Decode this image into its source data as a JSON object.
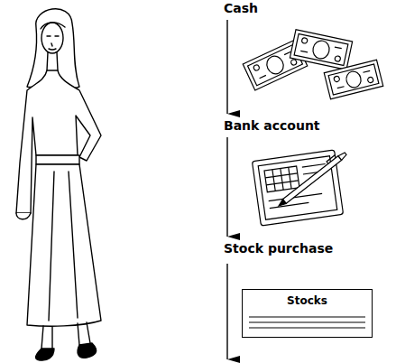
{
  "diagram": {
    "nodes": [
      {
        "text": [
          "Cash"
        ]
      },
      {
        "text": [
          "Bank account"
        ]
      },
      {
        "text": [
          "Stock purchase"
        ]
      },
      {
        "text": [
          "Stocks"
        ]
      }
    ],
    "edges": [
      {
        "from": 0,
        "to": 1,
        "arrow": "to"
      },
      {
        "from": 1,
        "to": 2,
        "arrow": "to"
      }
    ]
  }
}
